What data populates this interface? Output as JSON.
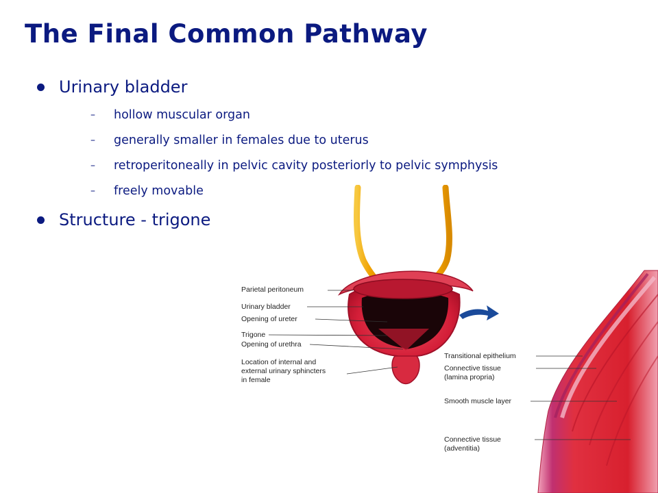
{
  "slide": {
    "title": "The Final Common Pathway",
    "bullets": [
      {
        "text": "Urinary bladder",
        "subs": [
          "hollow muscular organ",
          "generally smaller in females due to uterus",
          "retroperitoneally in pelvic cavity posteriorly to pelvic symphysis",
          "freely movable"
        ]
      },
      {
        "text": "Structure - trigone"
      }
    ],
    "sub_marker": "–"
  },
  "diagram": {
    "left_labels": [
      "Parietal peritoneum",
      "Urinary bladder",
      "Opening of ureter",
      "Trigone",
      "Opening of urethra",
      "Location of internal and",
      "external urinary sphincters",
      "in female"
    ],
    "right_labels": [
      "Transitional epithelium",
      "Connective tissue",
      "(lamina propria)",
      "Smooth muscle layer",
      "Connective tissue",
      "(adventitia)"
    ],
    "colors": {
      "tissue": "#d8203a",
      "tissue_dark": "#a01028",
      "ureter": "#f0b000",
      "lumen": "#1a0508",
      "arrow": "#1a4a9a"
    }
  }
}
